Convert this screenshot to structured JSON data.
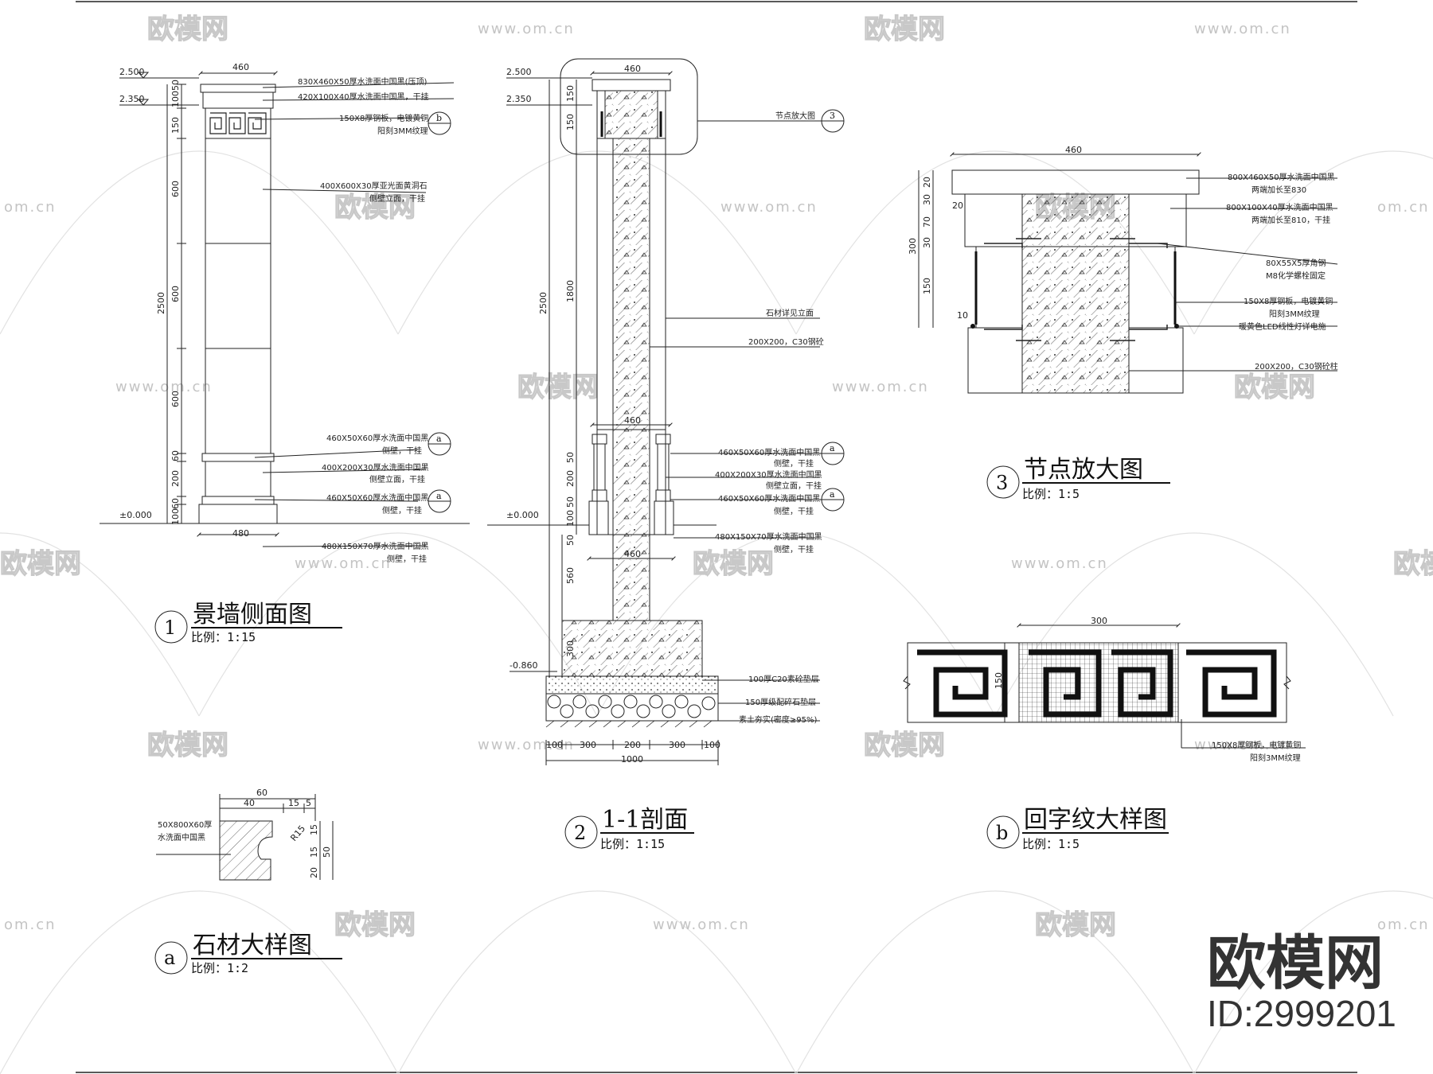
{
  "views": {
    "v1": {
      "num": "1",
      "title": "景墙侧面图",
      "scale": "比例：1:15"
    },
    "v2": {
      "num": "2",
      "title": "1-1剖面",
      "scale": "比例：1:15"
    },
    "v3": {
      "num": "3",
      "title": "节点放大图",
      "scale": "比例：1:5"
    },
    "vb": {
      "num": "b",
      "title": "回字纹大样图",
      "scale": "比例：1:5"
    },
    "va": {
      "num": "a",
      "title": "石材大样图",
      "scale": "比例：1:2"
    }
  },
  "v1_notes": [
    "830X460X50厚水洗面中国黑(压顶)",
    "420X100X40厚水洗面中国黑，干挂",
    "150X8厚钢板，电镀黄铜",
    "阳刻3MM纹理",
    "400X600X30厚亚光面黄洞石",
    "侧壁立面，干挂",
    "460X50X60厚水洗面中国黑",
    "侧壁，干挂",
    "400X200X30厚水洗面中国黑",
    "侧壁立面，干挂",
    "460X50X60厚水洗面中国黑",
    "侧壁，干挂",
    "480X150X70厚水洗面中国黑",
    "侧壁，干挂"
  ],
  "v1_dims": {
    "top_width": "460",
    "bottom_width": "480",
    "total": "2500",
    "segments": [
      "50",
      "100",
      "150",
      "600",
      "600",
      "600",
      "60",
      "200",
      "60",
      "100"
    ],
    "elev_top": "2.500",
    "elev_2": "2.350",
    "elev_0": "±0.000",
    "tags": [
      "b",
      "a",
      "a"
    ]
  },
  "v2_notes": [
    "节点放大图",
    "石材详见立面",
    "200X200，C30钢砼",
    "460X50X60厚水洗面中国黑",
    "侧壁，干挂",
    "400X200X30厚水洗面中国黑",
    "侧壁立面，干挂",
    "460X50X60厚水洗面中国黑",
    "侧壁，干挂",
    "480X150X70厚水洗面中国黑",
    "侧壁，干挂",
    "100厚C20素砼垫层",
    "150厚级配碎石垫层",
    "素土夯实(密度≥95%)"
  ],
  "v2_dims": {
    "top_width": "460",
    "mid_width": "460",
    "low_width": "460",
    "left_total": "2500",
    "segments": [
      "150",
      "150",
      "1800",
      "50",
      "200",
      "50",
      "100",
      "50",
      "560",
      "300"
    ],
    "bottom": [
      "100",
      "300",
      "200",
      "300",
      "100"
    ],
    "total": "1000",
    "elev_top": "2.500",
    "elev_2": "2.350",
    "elev_0": "±0.000",
    "elev_bot": "-0.860",
    "tags": [
      "3",
      "a",
      "a"
    ]
  },
  "v3_notes": [
    "800X460X50厚水洗面中国黑",
    "两端加长至830",
    "800X100X40厚水洗面中国黑",
    "两端加长至810，干挂",
    "80X55X5厚角钢",
    "M8化学螺栓固定",
    "150X8厚钢板，电镀黄铜",
    "阳刻3MM纹理",
    "暖黄色LED线性灯详电施",
    "200X200，C30钢砼柱"
  ],
  "v3_dims": {
    "top_width": "460",
    "total": "300",
    "segments": [
      "20",
      "30",
      "70",
      "30",
      "150"
    ],
    "side_20": "20",
    "side_10": "10"
  },
  "vb_notes": [
    "150X8厚钢板，电镀黄铜",
    "阳刻3MM纹理"
  ],
  "vb_dims": {
    "width": "300",
    "height": "150"
  },
  "va_notes": [
    "50X800X60厚",
    "水洗面中国黑"
  ],
  "va_dims": {
    "total": "60",
    "a": "40",
    "b": "15",
    "c": "5",
    "r": "R15",
    "h1": "15",
    "h2": "15",
    "h3": "20",
    "total_h": "50"
  },
  "watermark": {
    "brand": "欧模网",
    "url": "www.om.cn",
    "url_short": "om.cn"
  },
  "brand_block": {
    "name": "欧模网",
    "id": "ID:2999201"
  },
  "colors": {
    "line": "#222222",
    "watermark": "#c8c8c8",
    "brand": "#333333"
  }
}
